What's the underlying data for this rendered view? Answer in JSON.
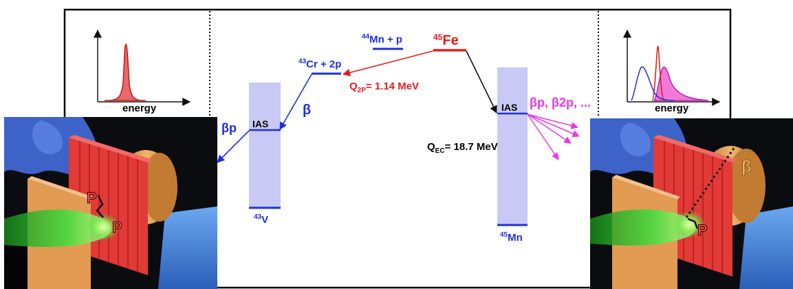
{
  "levels": {
    "fe45": {
      "mass": "45",
      "symbol": "Fe",
      "color": "#e51c1c"
    },
    "mn44p": {
      "mass": "44",
      "symbol": "Mn + p",
      "color": "#1f2fd8"
    },
    "cr43": {
      "mass": "43",
      "symbol": "Cr + 2p",
      "color": "#1f2fd8"
    },
    "v43": {
      "mass": "43",
      "symbol": "V",
      "color": "#1f2fd8"
    },
    "mn45": {
      "mass": "45",
      "symbol": "Mn",
      "color": "#1f2fd8"
    },
    "ias_left": "IAS",
    "ias_right": "IAS"
  },
  "labels": {
    "q2p_q": "Q",
    "q2p_sub": "2P",
    "q2p_val": "= 1.14 MeV",
    "qec_q": "Q",
    "qec_sub": "EC",
    "qec_val": "= 18.7 MeV",
    "beta_mid": "β",
    "beta_p_left": "βp",
    "beta_p_right": "βp, β2p, ...",
    "energy_left": "energy",
    "energy_right": "energy",
    "p_top": "P",
    "p_bottom": "P",
    "p_right": "P",
    "beta_right": "β"
  },
  "colors": {
    "red": "#e51c1c",
    "blue": "#1f2fd8",
    "magenta": "#e838e8",
    "band": "#c9c9f5",
    "detector_red": "#e23a36",
    "absorber_orange": "#e39a52",
    "backdrop_blue": "#3f7fd6"
  }
}
